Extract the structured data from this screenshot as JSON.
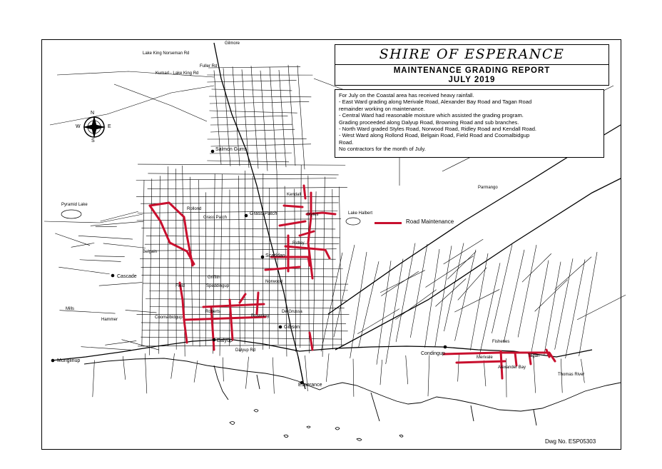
{
  "title": "SHIRE OF ESPERANCE",
  "subtitle": "MAINTENANCE GRADING REPORT",
  "date": "JULY 2019",
  "notes": [
    "For July on the Coastal area has received heavy rainfall.",
    "- East Ward grading along Merivale Road, Alexander Bay Road and Tagan Road",
    "remainder working on maintenance.",
    "- Central Ward had reasonable moisture which assisted the grading program.",
    "Grading proceeded along Dalyup Road, Browning Road and sub branches.",
    "- North Ward graded Styles Road, Norwood Road, Ridley Road and Kendall Road.",
    "- West Ward along Rollond Road, Belgain Road, Field Road and Coomalbidgup",
    "Road.",
    "No contractors for the month of July."
  ],
  "legend": {
    "label": "Road Maintenance",
    "color": "#c8102e"
  },
  "drawing_number": "Dwg No.   ESP05303",
  "compass": {
    "n": "N",
    "s": "S",
    "e": "E",
    "w": "W"
  },
  "colors": {
    "road": "#000000",
    "maintenance": "#c8102e"
  },
  "places": {
    "esperance": "Esperance",
    "scaddan": "Scaddan",
    "grass_patch": "Grass Patch",
    "salmon_gums": "Salmon Gums",
    "cascade": "Cascade",
    "munglinup": "Munglinup",
    "dalyup": "Dalyup",
    "condingup": "Condingup",
    "gibson": "Gibson",
    "pyramid_lake": "Pyramid Lake",
    "lake_halbert": "Lake Halbert",
    "gilmore": "Gilmore",
    "thomas_river": "Thomas River",
    "lake_king": "Lake King Norseman Rd"
  },
  "road_labels": [
    "Kumarl - Lake King Rd",
    "Fuller Rd",
    "Speddingup",
    "Griffith",
    "Grass Patch",
    "Norwood",
    "Ridley",
    "Kendall",
    "Styles",
    "Rollond",
    "Belgain",
    "Field",
    "Coomalbidgup",
    "Browning",
    "Merivale",
    "Fisheries",
    "Parmango",
    "Tagan",
    "Alexander Bay",
    "Dalyup Rd",
    "De Grussa",
    "Roberts",
    "Mills",
    "Hammer"
  ]
}
